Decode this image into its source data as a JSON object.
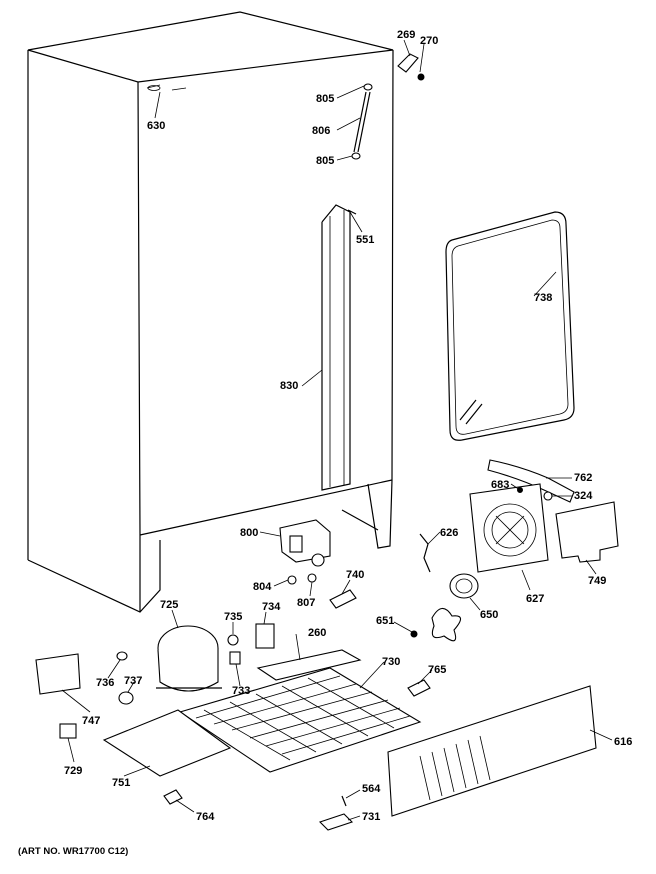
{
  "caption": "(ART NO. WR17700 C12)",
  "labels": [
    {
      "id": "269",
      "text": "269"
    },
    {
      "id": "270",
      "text": "270"
    },
    {
      "id": "805a",
      "text": "805"
    },
    {
      "id": "806",
      "text": "806"
    },
    {
      "id": "805b",
      "text": "805"
    },
    {
      "id": "630",
      "text": "630"
    },
    {
      "id": "551",
      "text": "551"
    },
    {
      "id": "738",
      "text": "738"
    },
    {
      "id": "830",
      "text": "830"
    },
    {
      "id": "762",
      "text": "762"
    },
    {
      "id": "683",
      "text": "683"
    },
    {
      "id": "324",
      "text": "324"
    },
    {
      "id": "800",
      "text": "800"
    },
    {
      "id": "626",
      "text": "626"
    },
    {
      "id": "804",
      "text": "804"
    },
    {
      "id": "807",
      "text": "807"
    },
    {
      "id": "740",
      "text": "740"
    },
    {
      "id": "627",
      "text": "627"
    },
    {
      "id": "749",
      "text": "749"
    },
    {
      "id": "650",
      "text": "650"
    },
    {
      "id": "725",
      "text": "725"
    },
    {
      "id": "735",
      "text": "735"
    },
    {
      "id": "734",
      "text": "734"
    },
    {
      "id": "260",
      "text": "260"
    },
    {
      "id": "651",
      "text": "651"
    },
    {
      "id": "730",
      "text": "730"
    },
    {
      "id": "765",
      "text": "765"
    },
    {
      "id": "736",
      "text": "736"
    },
    {
      "id": "737",
      "text": "737"
    },
    {
      "id": "733",
      "text": "733"
    },
    {
      "id": "747",
      "text": "747"
    },
    {
      "id": "616",
      "text": "616"
    },
    {
      "id": "729",
      "text": "729"
    },
    {
      "id": "751",
      "text": "751"
    },
    {
      "id": "564",
      "text": "564"
    },
    {
      "id": "764",
      "text": "764"
    },
    {
      "id": "731",
      "text": "731"
    }
  ]
}
